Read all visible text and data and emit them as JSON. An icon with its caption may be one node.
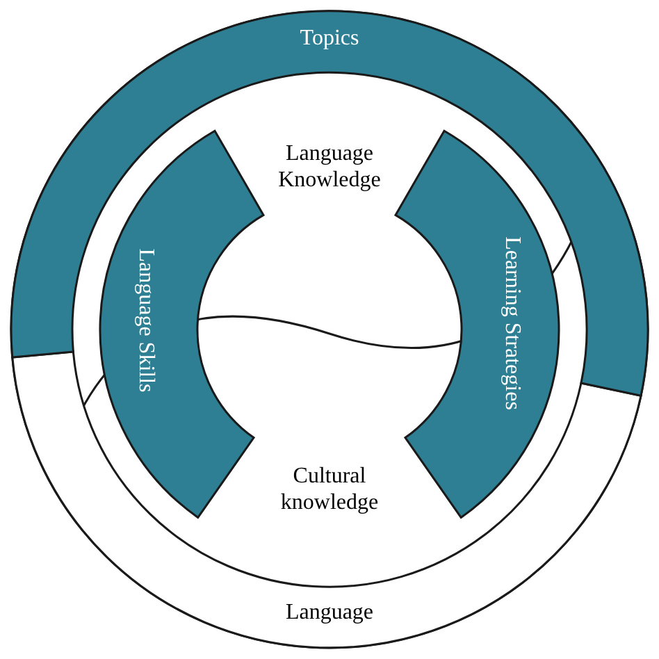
{
  "diagram": {
    "nodes": [
      {
        "text": [
          "Topics"
        ]
      },
      {
        "text": [
          "Language"
        ]
      },
      {
        "text": [
          "Language Knowledge"
        ]
      },
      {
        "text": [
          "Language Skills"
        ]
      },
      {
        "text": [
          "Learning Strategies"
        ]
      },
      {
        "text": [
          "Cultural knowledge"
        ]
      }
    ]
  }
}
